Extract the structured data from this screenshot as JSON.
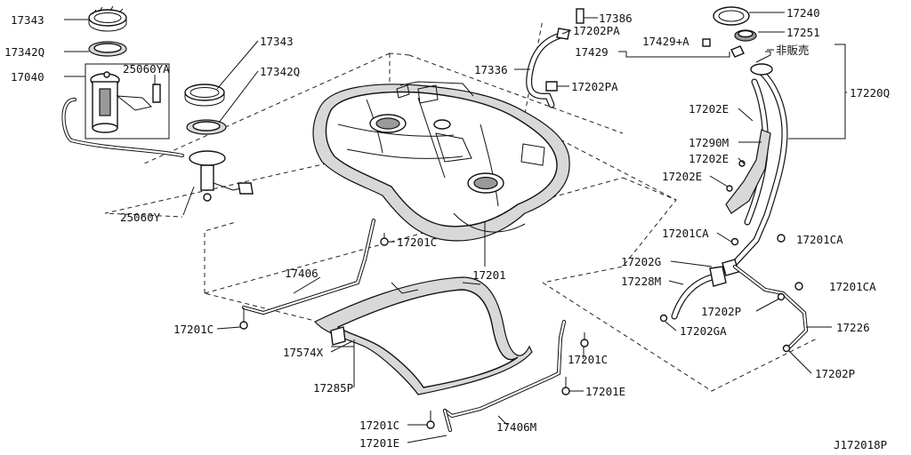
{
  "labels": {
    "l17343a": "17343",
    "l17342qa": "17342Q",
    "l17040": "17040",
    "l25060ya": "25060YA",
    "l17343b": "17343",
    "l17342qb": "17342Q",
    "l25060y": "25060Y",
    "l17386": "17386",
    "l17202pa1": "17202PA",
    "l17336": "17336",
    "l17202pa2": "17202PA",
    "l17240": "17240",
    "l17251": "17251",
    "l17429a": "17429+A",
    "l17429": "17429",
    "lhihanbai": "非販売",
    "l17220q": "17220Q",
    "l17202e1": "17202E",
    "l17290m": "17290M",
    "l17202e2": "17202E",
    "l17202e3": "17202E",
    "l17201ca1": "17201CA",
    "l17201ca2": "17201CA",
    "l17202g": "17202G",
    "l17228m": "17228M",
    "l17201ca3": "17201CA",
    "l17202p1": "17202P",
    "l17202ga": "17202GA",
    "l17226": "17226",
    "l17202p2": "17202P",
    "l17201c1": "17201C",
    "l17201": "17201",
    "l17406": "17406",
    "l17201c2": "17201C",
    "l17574x": "17574X",
    "l17285p": "17285P",
    "l17201c3": "17201C",
    "l17201e1": "17201E",
    "l17406m": "17406M",
    "l17201c4": "17201C",
    "l17201e2": "17201E",
    "diagram_code": "J172018P"
  }
}
